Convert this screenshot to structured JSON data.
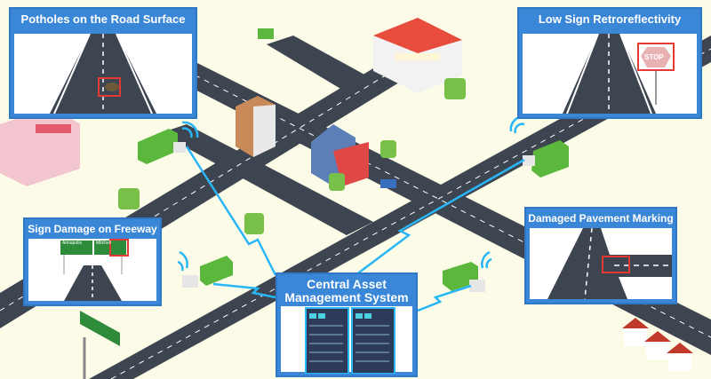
{
  "panels": {
    "potholes": {
      "title": "Potholes on the Road Surface"
    },
    "retroreflectivity": {
      "title": "Low Sign Retroreflectivity",
      "sign_text": "STOP"
    },
    "sign_damage": {
      "title": "Sign Damage on Freeway",
      "sign_left": "Annapolis",
      "sign_right": "Mitchell"
    },
    "pavement_marking": {
      "title": "Damaged Pavement Marking"
    },
    "central": {
      "title_line1": "Central Asset",
      "title_line2": "Management System"
    }
  },
  "colors": {
    "panel_blue": "#3a87d8",
    "road": "#3d4550",
    "background": "#fbfbe8",
    "truck_green": "#5cb83c",
    "signal_cyan": "#29b6f6",
    "highlight_red": "#e53935"
  }
}
